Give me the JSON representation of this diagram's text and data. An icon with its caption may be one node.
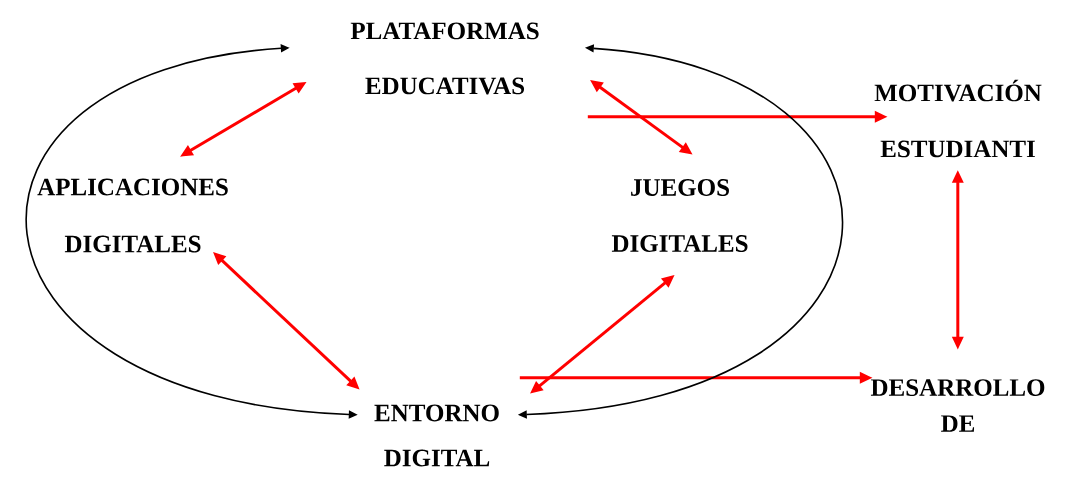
{
  "diagram": {
    "nodes": [
      {
        "text": [
          "PLATAFORMAS EDUCATIVAS"
        ]
      },
      {
        "text": [
          "MOTIVACIÓN ESTUDIANTI"
        ]
      },
      {
        "text": [
          "APLICACIONES DIGITALES"
        ]
      },
      {
        "text": [
          "JUEGOS DIGITALES"
        ]
      },
      {
        "text": [
          "DESARROLLO DE"
        ]
      },
      {
        "text": [
          "ENTORNO DIGITAL"
        ]
      }
    ],
    "edges": [
      {
        "from": 0,
        "to": 2,
        "arrow": "both"
      },
      {
        "from": 0,
        "to": 3,
        "arrow": "both"
      },
      {
        "from": 0,
        "to": 1,
        "arrow": "to"
      },
      {
        "from": 1,
        "to": 4,
        "arrow": "both"
      },
      {
        "from": 2,
        "to": 5,
        "arrow": "both"
      },
      {
        "from": 5,
        "to": 3,
        "arrow": "both"
      },
      {
        "from": 5,
        "to": 4,
        "arrow": "to"
      },
      {
        "from": 0,
        "to": 5,
        "arrow": "both",
        "color": "#000000"
      },
      {
        "from": 0,
        "to": 5,
        "arrow": "both",
        "color": "#000000"
      }
    ]
  }
}
